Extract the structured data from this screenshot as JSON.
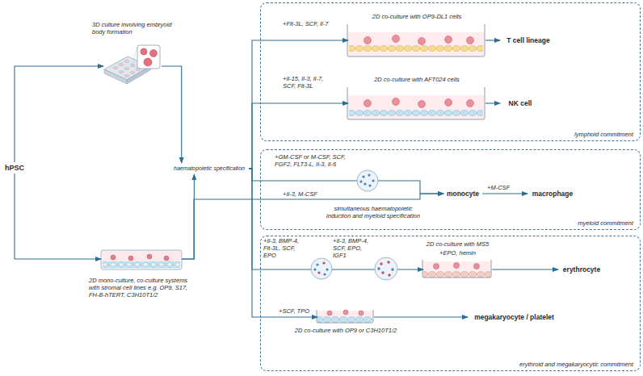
{
  "diagram": {
    "nodes": [
      {
        "text": [
          "hPSC"
        ]
      },
      {
        "text": [
          "3D culture involving embryoid body formation"
        ]
      },
      {
        "text": [
          "2D mono-culture, co-culture systems with stromal cell lines e.g. OP9, S17, FH-B-hTERT, C3H10T1/2"
        ]
      },
      {
        "text": [
          "haematopoietic specification"
        ]
      },
      {
        "text": [
          "lymphoid commitment"
        ]
      },
      {
        "text": [
          "2D co-culture with OP9-DL1 cells"
        ],
        "in": 4
      },
      {
        "text": [
          "T cell lineage"
        ],
        "in": 4
      },
      {
        "text": [
          "2D co-culture with AFT024 cells"
        ],
        "in": 4
      },
      {
        "text": [
          "NK cell"
        ],
        "in": 4
      },
      {
        "text": [
          "myeloid commitment"
        ]
      },
      {
        "text": [
          "monocyte"
        ],
        "in": 9
      },
      {
        "text": [
          "macrophage"
        ],
        "in": 9
      },
      {
        "text": [
          "erythroid and megakaryocytic commitment"
        ]
      },
      {
        "text": [
          "2D co-culture with MS5",
          "+EPO, hemin"
        ],
        "in": 12
      },
      {
        "text": [
          "erythrocyte"
        ],
        "in": 12
      },
      {
        "text": [
          "2D co-culture with OP9 or C3H10T1/2"
        ],
        "in": 12
      },
      {
        "text": [
          "megakaryocyte / platelet"
        ],
        "in": 12
      }
    ],
    "edges": [
      {
        "from": 0,
        "to": 1,
        "arrow": "to"
      },
      {
        "from": 0,
        "to": 2,
        "arrow": "to"
      },
      {
        "from": 1,
        "to": 3,
        "arrow": "to"
      },
      {
        "from": 2,
        "to": 3,
        "arrow": "to"
      },
      {
        "from": 3,
        "to": 5,
        "label": "+Flt-3L, SCF, Il-7",
        "arrow": "to"
      },
      {
        "from": 5,
        "to": 6,
        "arrow": "to"
      },
      {
        "from": 3,
        "to": 7,
        "label": "+Il-15, Il-3, Il-7, SCF, Flt-3L",
        "arrow": "to"
      },
      {
        "from": 7,
        "to": 8,
        "arrow": "to"
      },
      {
        "from": 3,
        "to": 10,
        "label": "+GM-CSF or M-CSF, SCF, FGF2, FLT3-L, Il-3, Il-6",
        "arrow": "to"
      },
      {
        "from": 2,
        "to": 10,
        "label": "+Il-3, M-CSF",
        "arrow": "to"
      },
      {
        "from": 10,
        "to": 11,
        "label": "+M-CSF",
        "arrow": "to"
      },
      {
        "from": 3,
        "to": 13,
        "label": "+Il-3, BMP-4, Flt-3L, SCF, EPO",
        "arrow": "to"
      },
      {
        "from": 13,
        "to": 14,
        "arrow": "to"
      },
      {
        "from": 3,
        "to": 15,
        "label": "+SCF, TPO",
        "arrow": "to"
      },
      {
        "from": 15,
        "to": 16,
        "arrow": "to"
      }
    ],
    "labels": [
      "+Il-3, BMP-4, SCF, EPO, IGF1",
      "simultaneous haematopoietic induction and myeloid specification"
    ]
  }
}
